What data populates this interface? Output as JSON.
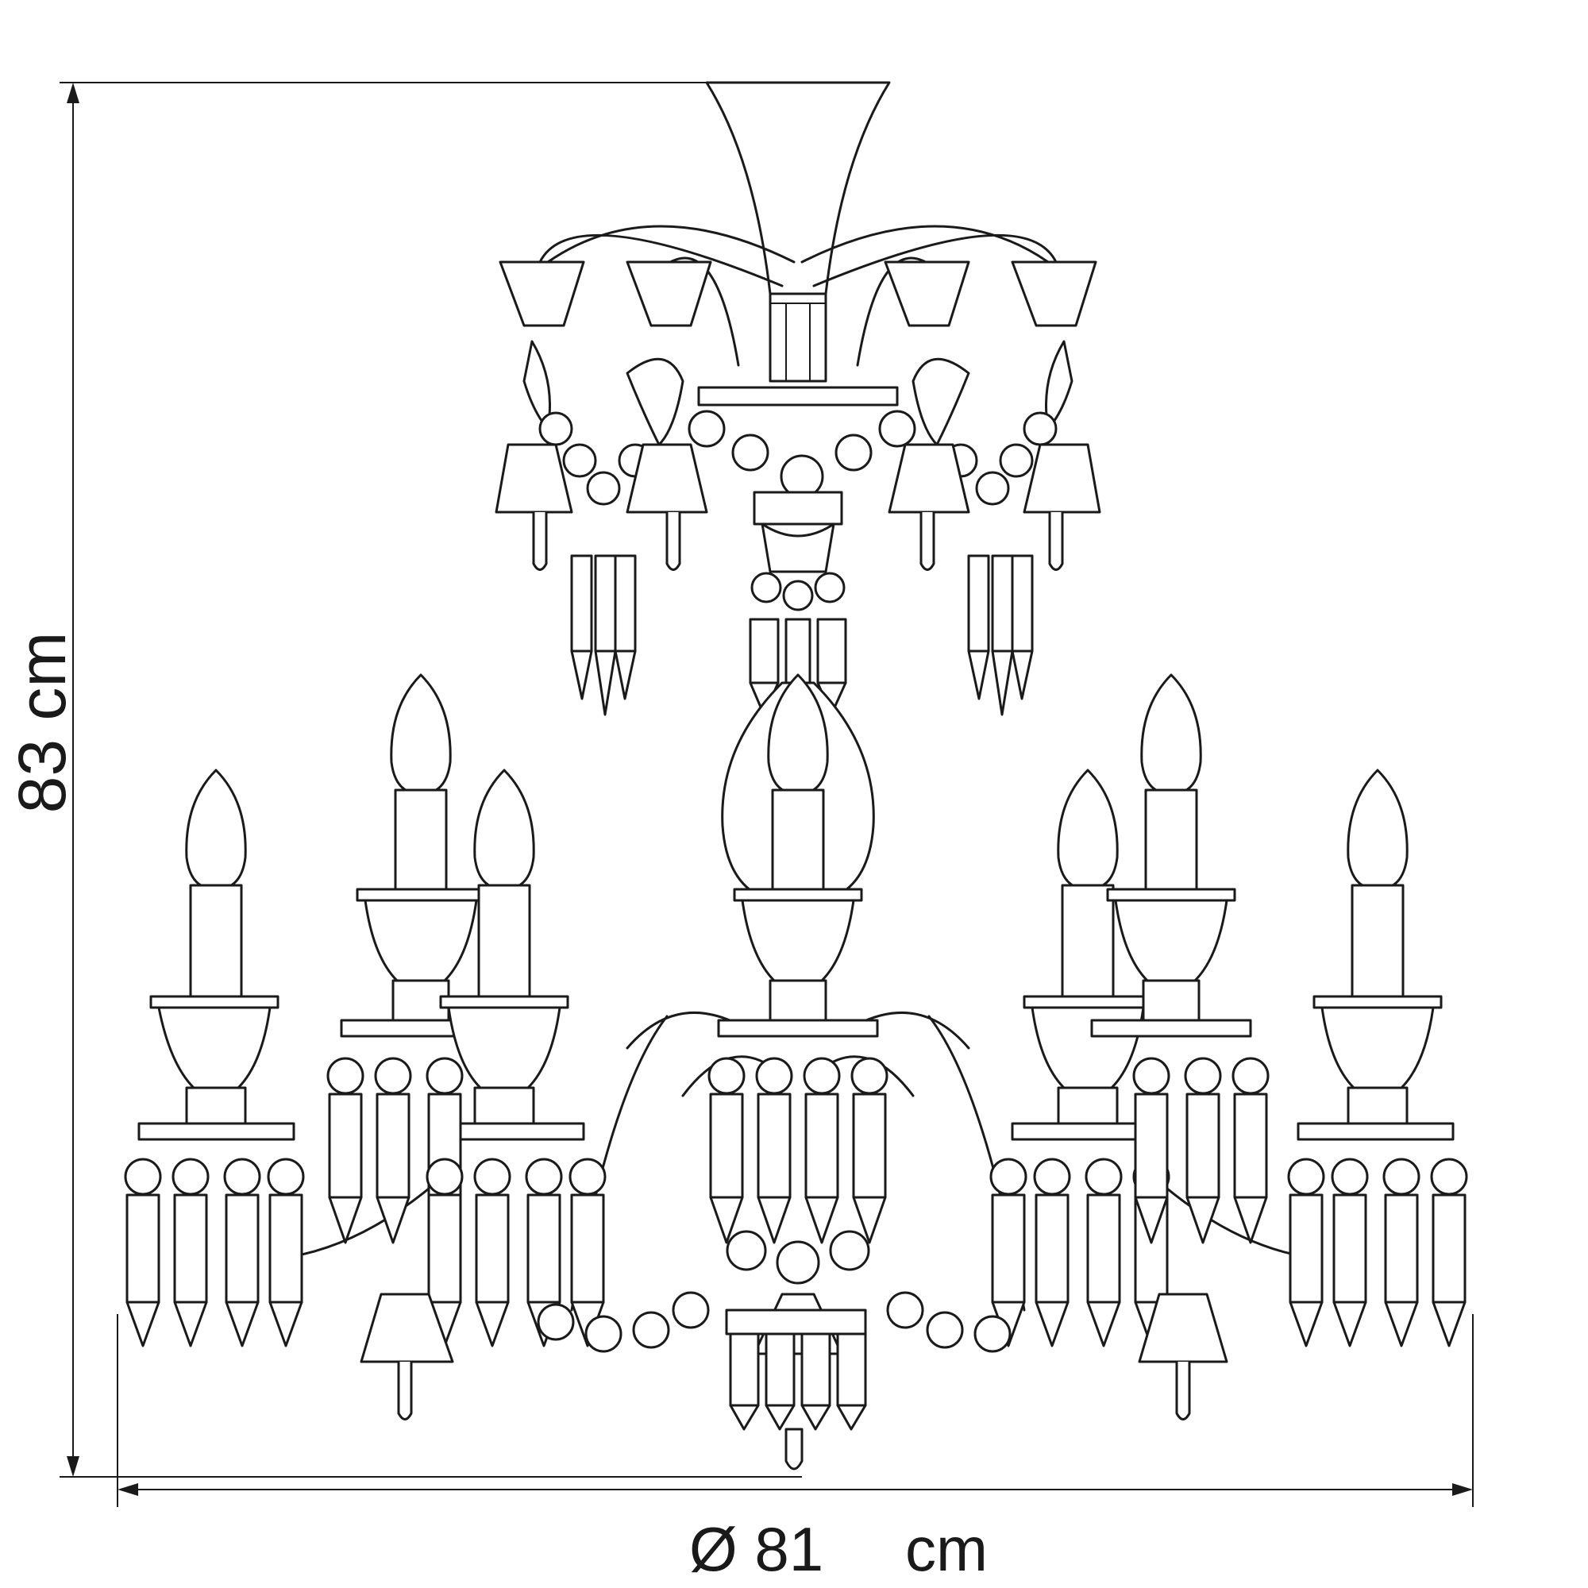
{
  "dimensions": {
    "height_label": "83 cm",
    "diameter_label": "Ø 81",
    "diameter_unit": "cm"
  },
  "colors": {
    "line": "#1a1a1a",
    "background": "#ffffff"
  }
}
